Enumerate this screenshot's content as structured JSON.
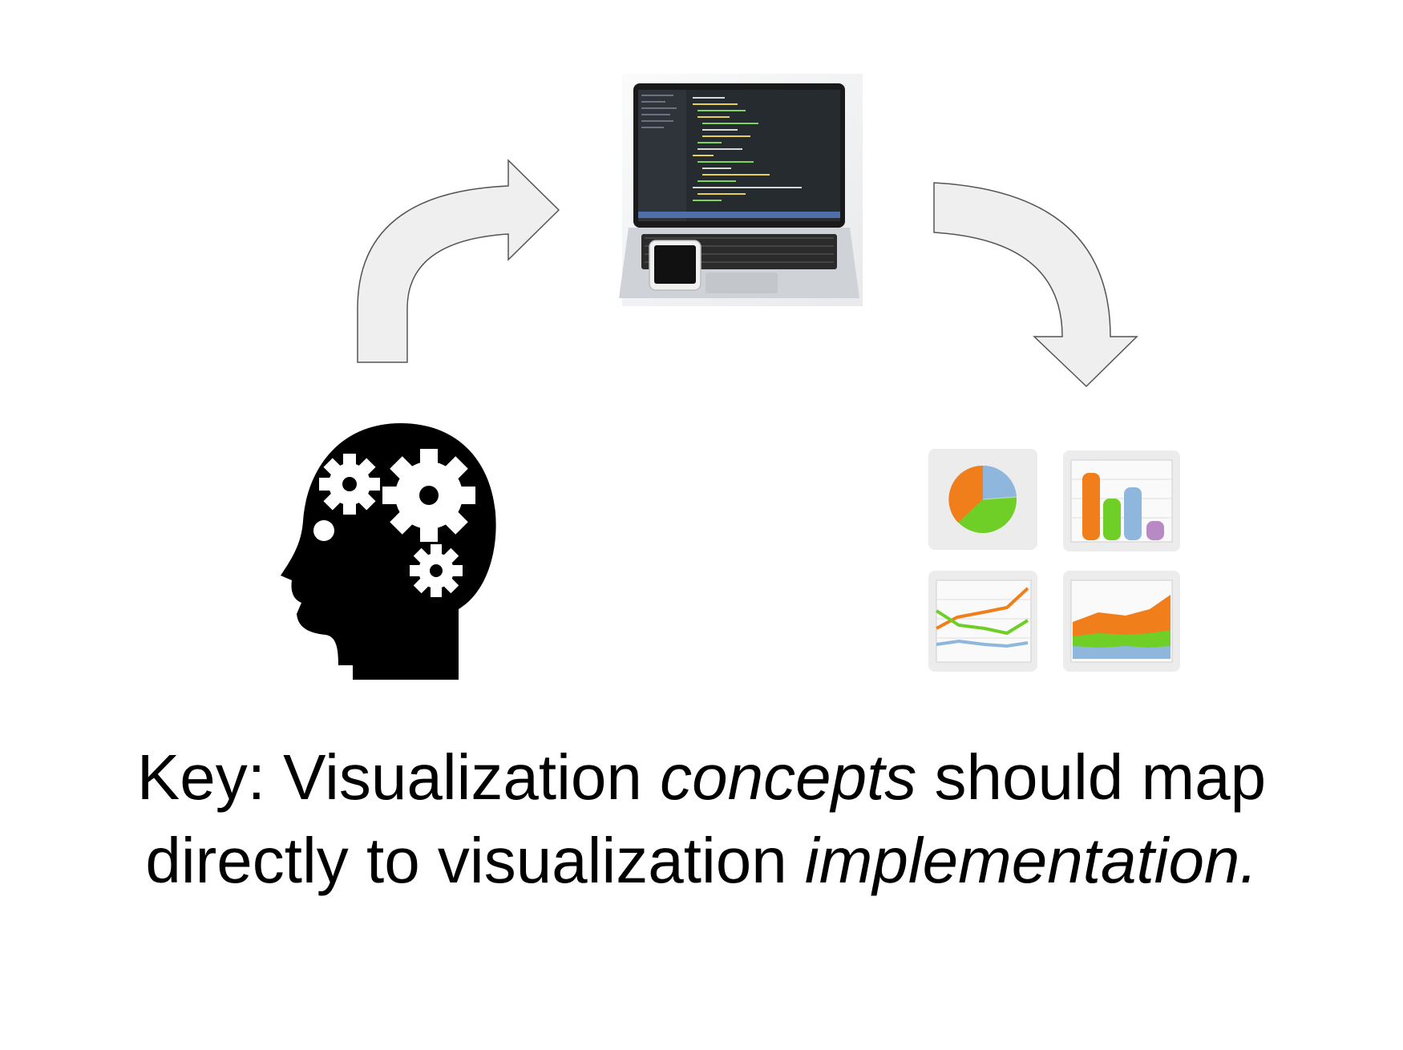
{
  "caption": {
    "line1_prefix": "Key: Visualization ",
    "line1_emph": "concepts",
    "line1_suffix": " should map",
    "line2_prefix": "directly to visualization ",
    "line2_emph": "implementation."
  },
  "icons": {
    "idea": "head-with-gears-icon",
    "code": "laptop-with-code-icon",
    "result": "chart-thumbnails-icon"
  },
  "colors": {
    "arrow_fill": "#efefef",
    "arrow_stroke": "#555555",
    "chart_orange": "#f07f1b",
    "chart_green": "#6fcf26",
    "chart_blue": "#8fb6dd",
    "chart_purple": "#b889c4",
    "tile_bg": "#ececec"
  }
}
